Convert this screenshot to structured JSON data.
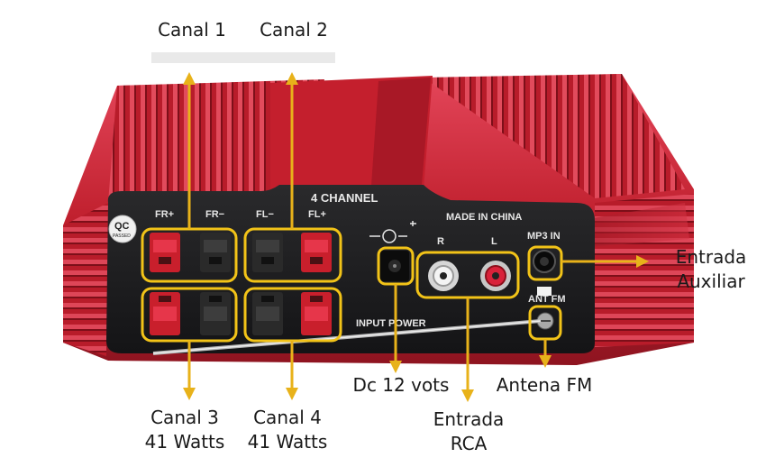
{
  "annotations": {
    "top_left": "Canal 1",
    "top_right": "Canal 2",
    "bottom_left_line1": "Canal 3",
    "bottom_left_line2": "41 Watts",
    "bottom_mid_line1": "Canal 4",
    "bottom_mid_line2": "41 Watts",
    "dc": "Dc 12 vots",
    "rca_line1": "Entrada",
    "rca_line2": "RCA",
    "antenna": "Antena FM",
    "aux_line1": "Entrada",
    "aux_line2": "Auxiliar"
  },
  "device_print": {
    "channel_title": "4 CHANNEL",
    "made_in": "MADE IN CHINA",
    "fr_plus": "FR+",
    "fr_minus": "FR−",
    "fl_minus": "FL−",
    "fl_plus": "FL+",
    "rca_r": "R",
    "rca_l": "L",
    "mp3_in": "MP3 IN",
    "ant_fm": "ANT FM",
    "input_power": "INPUT POWER",
    "qc": "QC",
    "qc_sub": "PASSED"
  },
  "colors": {
    "highlight": "#f2c318",
    "chassis_red": "#c2222e",
    "panel_black": "#1b1b1d",
    "terminal_red": "#d4222e"
  }
}
